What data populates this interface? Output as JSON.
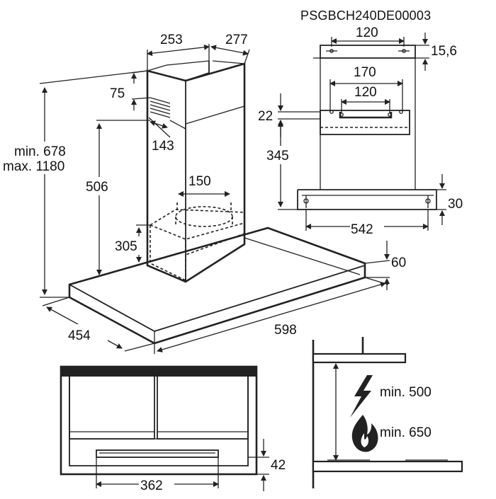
{
  "model_code": "PSGBCH240DE00003",
  "main_view": {
    "chimney_width": "253",
    "chimney_depth": "277",
    "vent_offset": "75",
    "vent_height": "143",
    "height_range_min": "min. 678",
    "height_range_max": "max. 1180",
    "chimney_lower": "506",
    "outlet_diameter": "150",
    "motor_height": "305",
    "canopy_thickness": "60",
    "canopy_depth": "454",
    "canopy_width": "598"
  },
  "bracket_view": {
    "top_hole_spacing": "120",
    "top_offset": "15,6",
    "bracket_width": "170",
    "bracket_hole_spacing": "120",
    "bracket_offset": "22",
    "bracket_height": "345",
    "bottom_offset": "30",
    "bottom_hole_spacing": "542"
  },
  "bottom_view": {
    "filter_width": "362",
    "filter_depth": "42"
  },
  "clearance_view": {
    "electric_min": "min. 500",
    "gas_min": "min. 650",
    "icons": [
      "lightning-bolt-icon",
      "flame-icon"
    ]
  }
}
